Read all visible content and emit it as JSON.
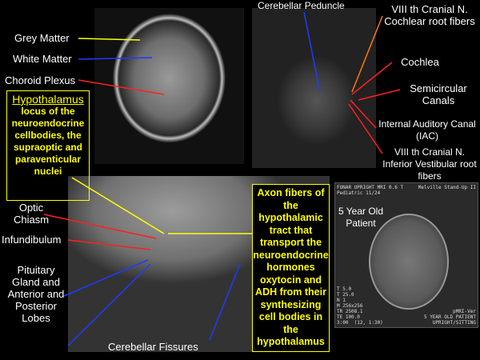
{
  "labels": {
    "grey_matter": "Grey Matter",
    "white_matter": "White Matter",
    "choroid_plexus": "Choroid Plexus",
    "cerebellar_peduncle": "Cerebellar Peduncle",
    "viii_cochlear": "VIII th Cranial N. Cochlear root fibers",
    "cochlea": "Cochlea",
    "semicircular": "Semicircular Canals",
    "iac": "Internal Auditory Canal (IAC)",
    "viii_vestibular": "VIII th Cranial N. Inferior Vestibular root fibers",
    "optic_chiasm": "Optic Chiasm",
    "infundibulum": "Infundibulum",
    "pituitary": "Pituitary Gland and Anterior and Posterior Lobes",
    "cerebellar_fissures": "Cerebellar Fissures",
    "patient": "5 Year Old Patient"
  },
  "hypothalamus": {
    "title": "Hypothalamus",
    "desc": "locus of the neuroendocrine cellbodies, the supraoptic and paraventicular nuclei"
  },
  "axon_text": "Axon fibers of the hypothalamic tract that transport the neuroendocrine hormones oxytocin and ADH from their synthesizing cell bodies in the hypothalamus",
  "mri_overlay": {
    "top_left": "FONAR UPRIGHT MRI 0.6 T\nPediatric 11/24",
    "top_right": "Melville Stand-Up II",
    "bottom_left": "T 5.0\nT 25.0\nN 1\nM 256x256\nTR 2508.1\nTE 100.0\n3:00  (12, 1:30)",
    "bottom_right": "pMRI-Ver\n5 YEAR OLD PATIENT\nUPRIGHT/SITTING"
  },
  "colors": {
    "yellow": "#ffff00",
    "blue": "#1e3cff",
    "red": "#ff2020",
    "orange": "#ff7a00"
  }
}
